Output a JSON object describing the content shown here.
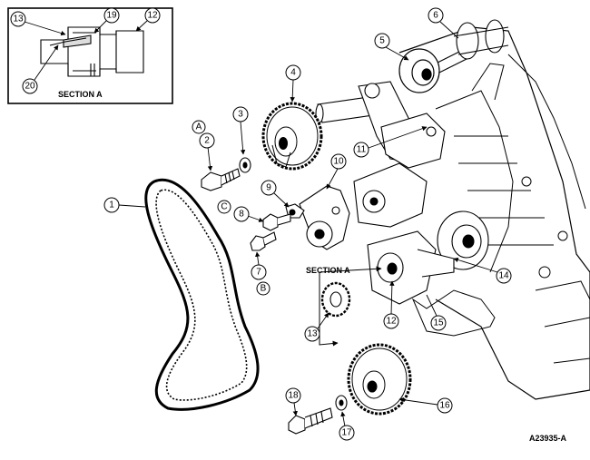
{
  "figure_id": "A23935-A",
  "inset": {
    "heading": "SECTION A"
  },
  "section_label": "SECTION A",
  "callouts": {
    "c1": "1",
    "c2": "2",
    "c3": "3",
    "c4": "4",
    "c5": "5",
    "c6": "6",
    "c7": "7",
    "c8": "8",
    "c9": "9",
    "c10": "10",
    "c11": "11",
    "c12_inset": "12",
    "c12_main": "12",
    "c13_inset": "13",
    "c13_main": "13",
    "c14": "14",
    "c15": "15",
    "c16": "16",
    "c17": "17",
    "c18": "18",
    "c19": "19",
    "c20": "20"
  },
  "letters": {
    "A": "A",
    "B": "B",
    "C": "C"
  }
}
